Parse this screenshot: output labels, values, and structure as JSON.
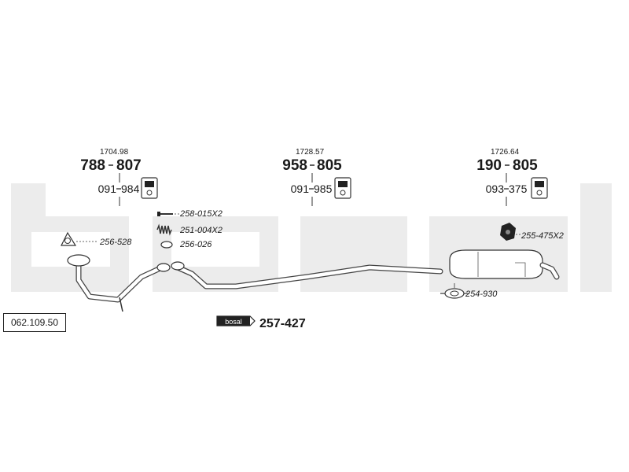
{
  "assembly_ref": "062.109.50",
  "brand_text": "bosal",
  "groups": [
    {
      "small_label": "1704.98",
      "main_part": "788-807",
      "main_a": "788",
      "main_b": "807",
      "hanger_a": "091",
      "hanger_b": "984"
    },
    {
      "small_label": "1728.57",
      "main_part": "958-805",
      "main_a": "958",
      "main_b": "805",
      "hanger_a": "091",
      "hanger_b": "985"
    },
    {
      "small_label": "1726.64",
      "main_part": "190-805",
      "main_a": "190",
      "main_b": "805",
      "hanger_a": "093",
      "hanger_b": "375"
    }
  ],
  "callouts": {
    "gasket": "256-528",
    "bolt": "258-015X2",
    "spring": "251-004X2",
    "ring": "256-026",
    "nut": "255-475X2",
    "clamp": "254-930"
  },
  "kit": {
    "logo": "bosal",
    "part": "257-427"
  },
  "colors": {
    "watermark": "#ececec",
    "line": "#333333"
  }
}
